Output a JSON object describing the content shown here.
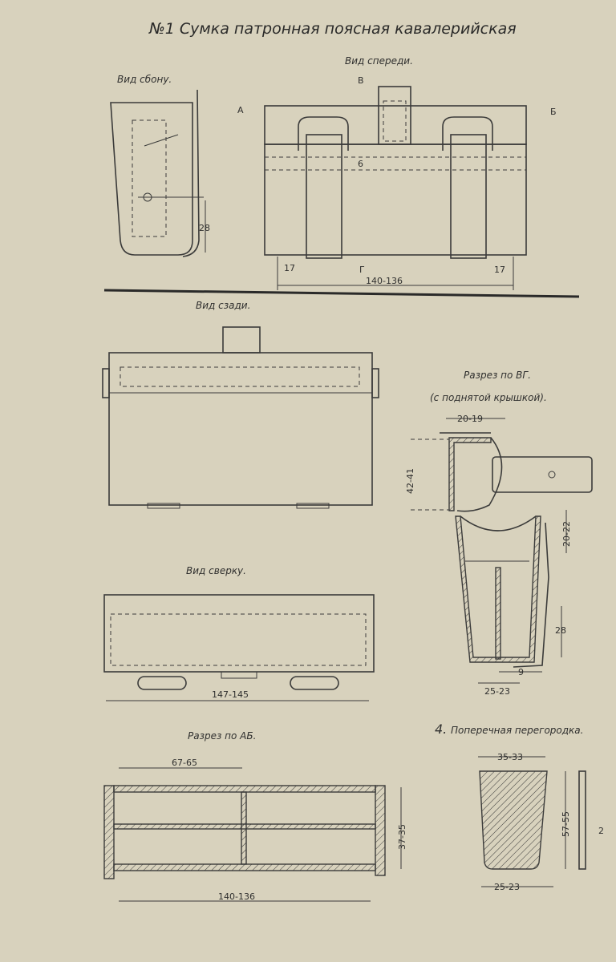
{
  "title": "№1 Сумка патронная поясная кавалерийская",
  "views": {
    "side": {
      "label": "Вид сбону.",
      "dim_height": "28"
    },
    "front": {
      "label": "Вид спереди.",
      "mark_a": "А",
      "mark_b": "Б",
      "mark_v": "В",
      "mark_g": "Г",
      "dim_6": "6",
      "dim_left": "17",
      "dim_right": "17",
      "dim_width": "140-136"
    },
    "back": {
      "label": "Вид сзади."
    },
    "top": {
      "label": "Вид сверку.",
      "dim_width": "147-145"
    },
    "section_ab": {
      "label": "Разрез по АБ.",
      "dim_half": "67-65",
      "dim_height": "37-35",
      "dim_width": "140-136"
    },
    "section_vg": {
      "label": "Разрез по ВГ.",
      "sublabel": "(с поднятой крышкой).",
      "dim_top": "20-19",
      "dim_flap": "42-41",
      "dim_upper": "20-22",
      "dim_28": "28",
      "dim_9": "9",
      "dim_bottom": "25-23"
    },
    "partition": {
      "number": "4.",
      "label": "Поперечная перегородка.",
      "dim_top": "35-33",
      "dim_height": "57-55",
      "dim_thick": "2",
      "dim_bottom": "25-23"
    }
  }
}
